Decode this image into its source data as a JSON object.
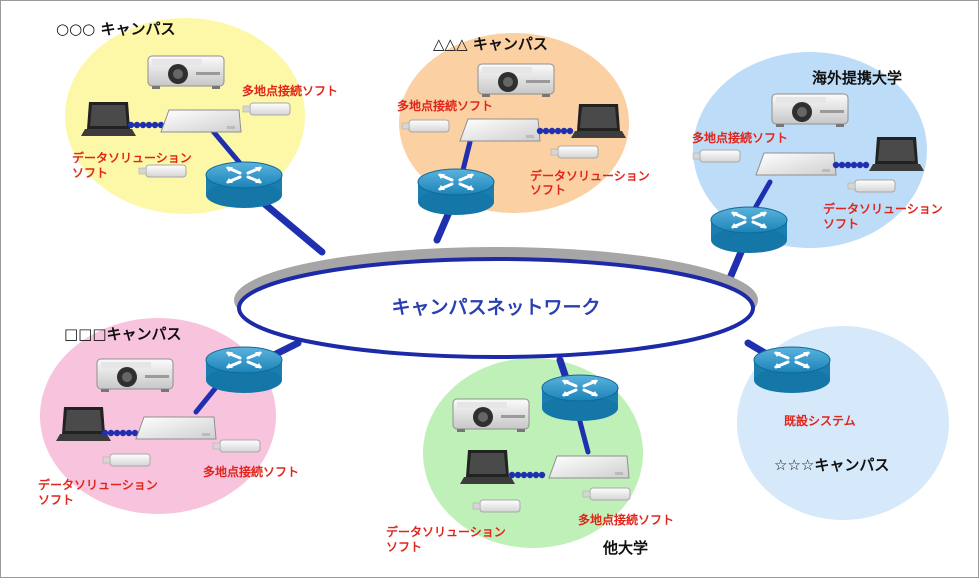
{
  "network": {
    "label": "キャンパスネットワーク"
  },
  "campuses": {
    "maru": {
      "name": "○○○ キャンパス",
      "multipoint": "多地点接続ソフト",
      "datasol1": "データソリューション",
      "datasol2": "ソフト"
    },
    "sankaku": {
      "name": "△△△ キャンパス",
      "multipoint": "多地点接続ソフト",
      "datasol1": "データソリューション",
      "datasol2": "ソフト"
    },
    "kaigai": {
      "name": "海外提携大学",
      "multipoint": "多地点接続ソフト",
      "datasol1": "データソリューション",
      "datasol2": "ソフト"
    },
    "shikaku": {
      "name": "□□□キャンパス",
      "multipoint": "多地点接続ソフト",
      "datasol1": "データソリューション",
      "datasol2": "ソフト"
    },
    "tadaigaku": {
      "name": "他大学",
      "multipoint": "多地点接続ソフト",
      "datasol1": "データソリューション",
      "datasol2": "ソフト"
    },
    "hoshi": {
      "name": "☆☆☆キャンパス",
      "existing": "既設システム"
    }
  },
  "colors": {
    "yellow": "#fdf8a8",
    "orange": "#fbd0a2",
    "blue": "#bcdcf8",
    "pink": "#f8c4dd",
    "green": "#bff0b8",
    "lightblue": "#d6e9fa",
    "link": "#1f2fb0",
    "label_red": "#e0261b"
  }
}
